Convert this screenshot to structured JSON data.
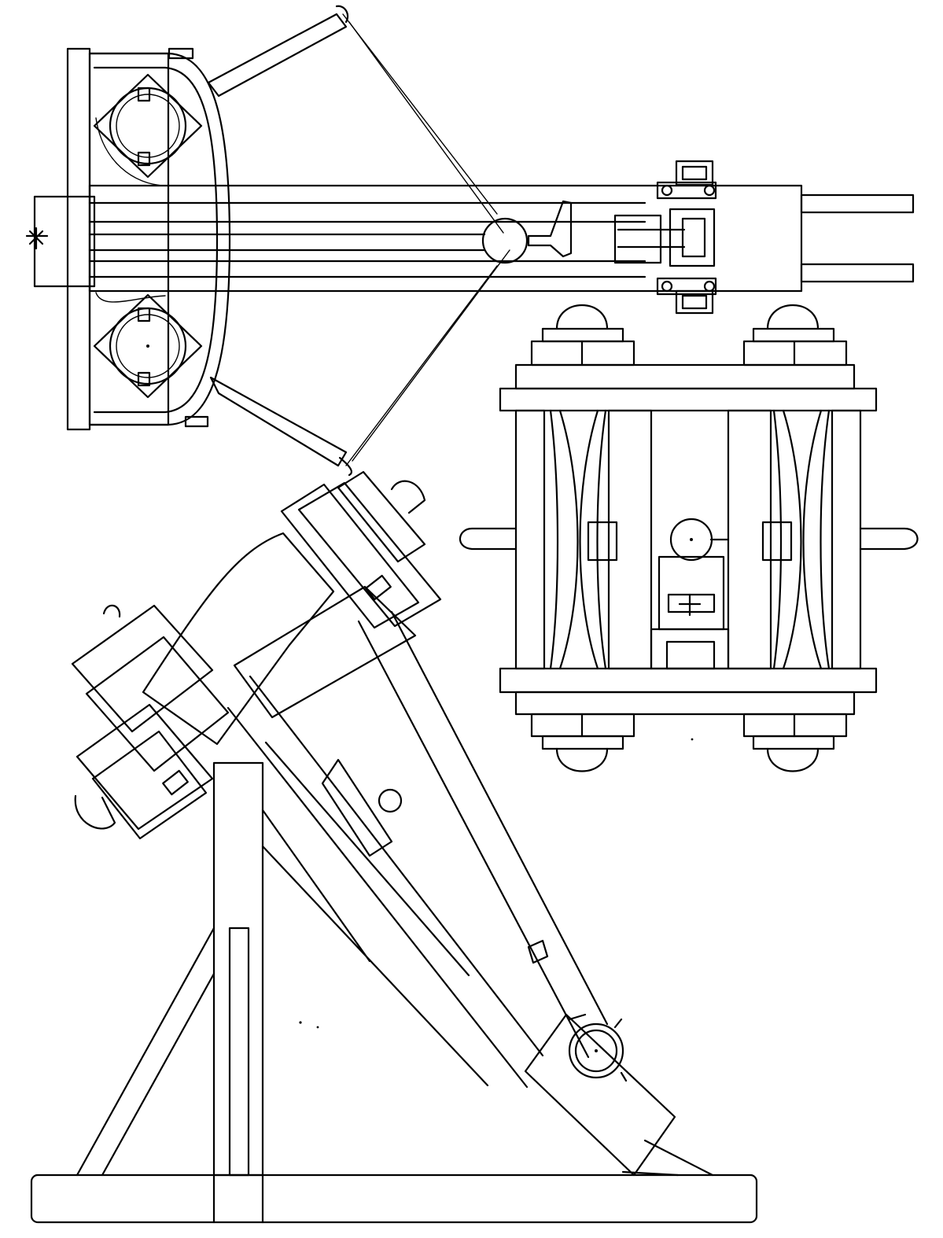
{
  "drawing": {
    "views": [
      "top-view",
      "front-view",
      "side-view"
    ],
    "ink_color": "#000000",
    "paper_color": "#ffffff"
  }
}
